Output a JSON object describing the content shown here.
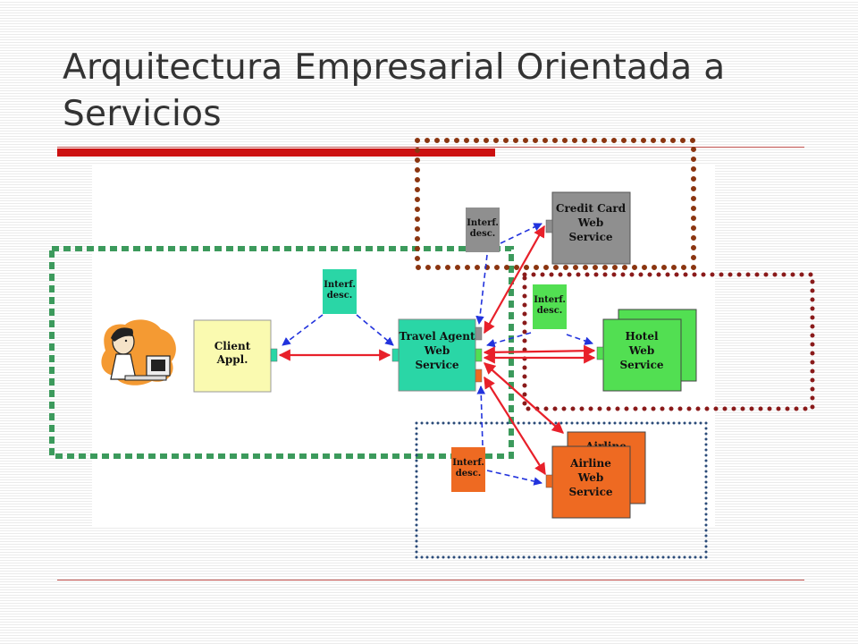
{
  "slide": {
    "title": "Arquitectura Empresarial Orientada a Servicios"
  },
  "diagram": {
    "client": {
      "line1": "Client",
      "line2": "Appl."
    },
    "travel_agent": {
      "line1": "Travel Agent",
      "line2": "Web",
      "line3": "Service"
    },
    "credit_card": {
      "line1": "Credit Card",
      "line2": "Web",
      "line3": "Service"
    },
    "hotel": {
      "line1": "Hotel",
      "line2": "Web",
      "line3": "Service"
    },
    "airline": {
      "line1": "Airline",
      "line2": "Web",
      "line3": "Service",
      "back_label": "Airline"
    },
    "interf_desc": {
      "line1": "Interf.",
      "line2": "desc."
    },
    "colors": {
      "client": "#fafab0",
      "travel_agent": "#2ad6a6",
      "credit_card": "#8f8f8f",
      "hotel": "#52df52",
      "airline": "#ee6a22",
      "interf_travel": "#2ad6a6",
      "interf_credit": "#8f8f8f",
      "interf_hotel": "#52df52",
      "interf_airline": "#ee6a22",
      "green_boundary": "#3c9a5c",
      "brown_boundary": "#8b3510",
      "darkred_boundary": "#8a1a1a",
      "navy_boundary": "#2a4a78",
      "solid_arrow": "#e8202a",
      "dashed_arrow": "#2233dd",
      "title_bar": "#cc1111"
    },
    "icons": [
      "person-at-computer-icon"
    ]
  }
}
